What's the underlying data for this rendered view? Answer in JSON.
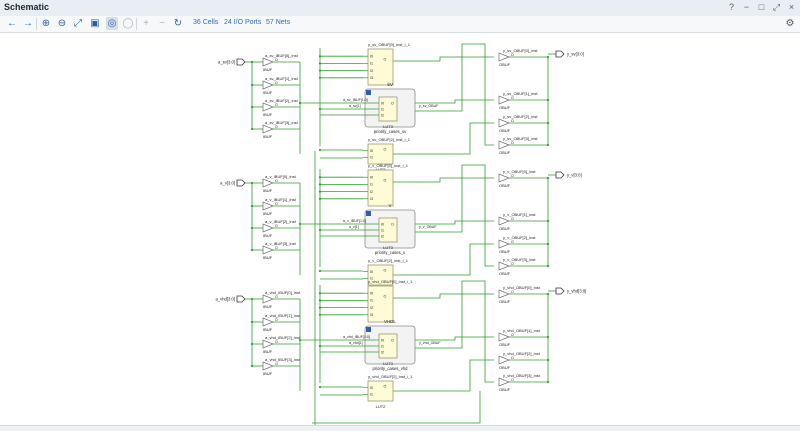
{
  "window": {
    "title": "Schematic"
  },
  "window_buttons": [
    "?",
    "−",
    "□",
    "⤢",
    "×"
  ],
  "toolbar": {
    "icons": [
      "back-arrow-icon",
      "forward-arrow-icon",
      "zoom-in-icon",
      "zoom-out-icon",
      "zoom-fit-icon",
      "fit-selection-icon",
      "auto-fit-icon",
      "regenerate-icon",
      "expand-icon",
      "collapse-icon",
      "refresh-icon"
    ],
    "cells_link": "36 Cells",
    "ports_link": "24 I/O Ports",
    "nets_link": "57 Nets",
    "settings_icon": "gear-icon"
  },
  "schematic": {
    "input_ports": [
      "a_sv[3:0]",
      "a_v[3:0]",
      "a_vhd[3:0]"
    ],
    "output_ports": [
      "y_sv[3:0]",
      "y_v[3:0]",
      "y_vhd[3:0]"
    ],
    "ibuf_type": "IBUF",
    "obuf_type": "OBUF",
    "groups": [
      {
        "ibufs": [
          "a_sv_IBUF[0]_inst",
          "a_sv_IBUF[1]_inst",
          "a_sv_IBUF[2]_inst",
          "a_sv_IBUF[3]_inst"
        ],
        "obufs": [
          "y_sv_OBUF[0]_inst",
          "y_sv_OBUF[1]_inst",
          "y_sv_OBUF[2]_inst",
          "y_sv_OBUF[3]_inst"
        ],
        "lut_top": {
          "name": "y_sv_OBUF[0]_inst_i_1",
          "type": "LUT4"
        },
        "hier": {
          "instance": "SV",
          "module": "priority_cases_sv",
          "lut": "LUT3",
          "in0": "a_sv_IBUF[1:0]",
          "in1": "a_sv[1]",
          "out": "y_sv_OBUF"
        },
        "lut_bot": {
          "name": "y_sv_OBUF[2]_inst_i_1",
          "type": "LUT2"
        }
      },
      {
        "ibufs": [
          "a_v_IBUF[0]_inst",
          "a_v_IBUF[1]_inst",
          "a_v_IBUF[2]_inst",
          "a_v_IBUF[3]_inst"
        ],
        "obufs": [
          "y_v_OBUF[0]_inst",
          "y_v_OBUF[1]_inst",
          "y_v_OBUF[2]_inst",
          "y_v_OBUF[3]_inst"
        ],
        "lut_top": {
          "name": "y_v_OBUF[0]_inst_i_1",
          "type": "LUT4"
        },
        "hier": {
          "instance": "V",
          "module": "priority_cases_v",
          "lut": "LUT3",
          "in0": "a_v_IBUF[1:0]",
          "in1": "a_v[1]",
          "out": "y_v_OBUF"
        },
        "lut_bot": {
          "name": "y_v_OBUF[2]_inst_i_1",
          "type": "LUT2"
        }
      },
      {
        "ibufs": [
          "a_vhd_IBUF[0]_inst",
          "a_vhd_IBUF[1]_inst",
          "a_vhd_IBUF[2]_inst",
          "a_vhd_IBUF[3]_inst"
        ],
        "obufs": [
          "y_vhd_OBUF[0]_inst",
          "y_vhd_OBUF[1]_inst",
          "y_vhd_OBUF[2]_inst",
          "y_vhd_OBUF[3]_inst"
        ],
        "lut_top": {
          "name": "y_vhd_OBUF[0]_inst_i_1",
          "type": "LUT4"
        },
        "hier": {
          "instance": "VHDL",
          "module": "priority_cases_vhd",
          "lut": "LUT3",
          "in0": "a_vhd_IBUF[1:0]",
          "in1": "a_vhd[1]",
          "out": "y_vhd_OBUF"
        },
        "lut_bot": {
          "name": "y_vhd_OBUF[2]_inst_i_1",
          "type": "LUT2"
        }
      }
    ],
    "pin_labels": {
      "lut4": [
        "I0",
        "I1",
        "I2",
        "I3"
      ],
      "lut3": [
        "I0",
        "I1",
        "I2"
      ],
      "lut2": [
        "I0",
        "I1"
      ],
      "out": "O"
    },
    "colors": {
      "wire": "#2f9e2f",
      "lut_fill": "#fffbd6",
      "lut_stroke": "#8a8a60",
      "hier_fill": "#f3f3f3",
      "hier_stroke": "#8a8a8a",
      "buffer": "#6b6b6b",
      "hier_badge": "#2f5fa8"
    }
  }
}
